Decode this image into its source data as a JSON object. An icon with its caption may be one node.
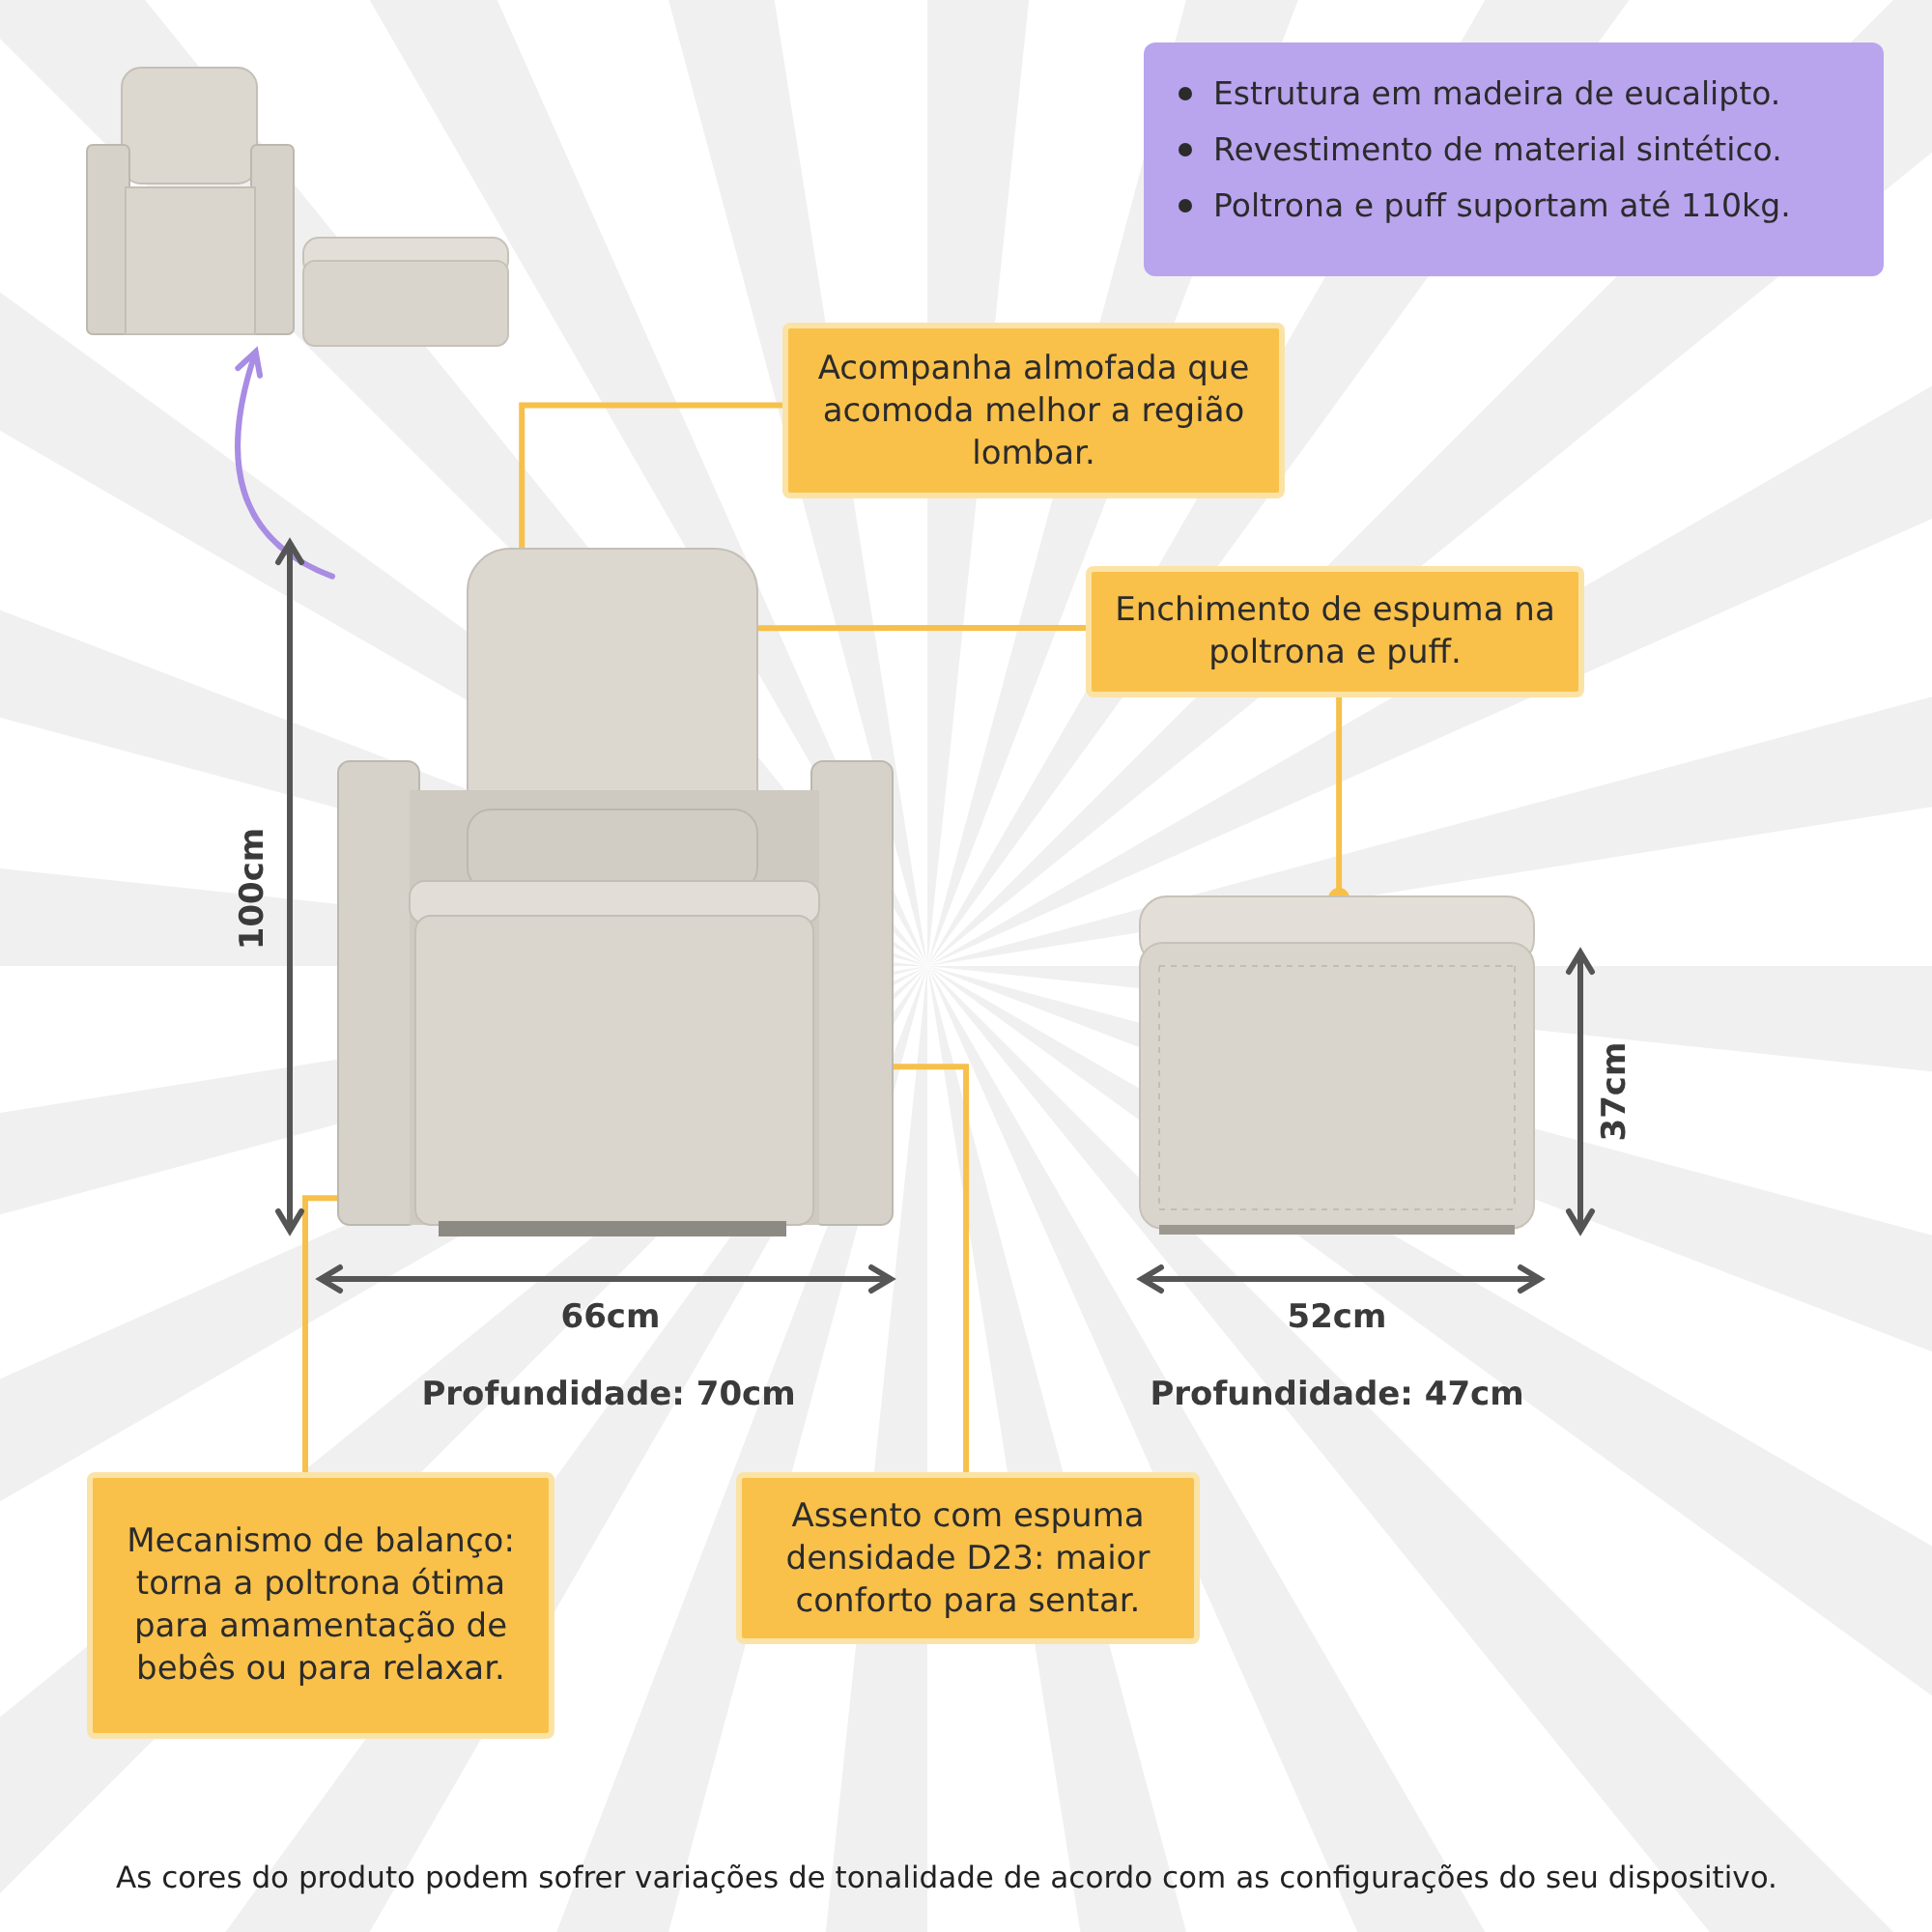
{
  "diagram": {
    "nodes": [
      {
        "text": [],
        "shape": "picture"
      },
      {
        "text": [
          "Estrutura em madeira de eucalipto.",
          "Revestimento de material sintético.",
          "Poltrona e puff suportam até 110kg."
        ]
      },
      {
        "text": [
          "Acompanha almofada que acomoda melhor a região lombar."
        ]
      },
      {
        "text": [],
        "shape": "picture"
      },
      {
        "text": [
          "Enchimento de espuma na poltrona e puff."
        ]
      },
      {
        "text": [],
        "shape": "picture"
      },
      {
        "text": [
          "Mecanismo de balanço: torna a poltrona ótima para amamentação de bebês ou para relaxar."
        ]
      },
      {
        "text": [
          "Assento com espuma densidade D23: maior conforto para sentar."
        ]
      }
    ],
    "edges": [
      {
        "from": 3,
        "to": 0,
        "arrow": "to",
        "color": "#a98ce3"
      },
      {
        "from": 2,
        "to": 3,
        "arrow": "other"
      },
      {
        "from": 4,
        "to": 3,
        "arrow": "other"
      },
      {
        "from": 4,
        "to": 5,
        "arrow": "other"
      },
      {
        "from": 6,
        "to": 3,
        "arrow": "other"
      },
      {
        "from": 7,
        "to": 3,
        "arrow": "other"
      }
    ],
    "labels": [
      "100cm",
      "66cm",
      "Profundidade: 70cm",
      "37cm",
      "52cm",
      "Profundidade: 47cm",
      "As cores do produto podem sofrer variações de tonalidade de acordo com as configurações do seu dispositivo."
    ]
  }
}
